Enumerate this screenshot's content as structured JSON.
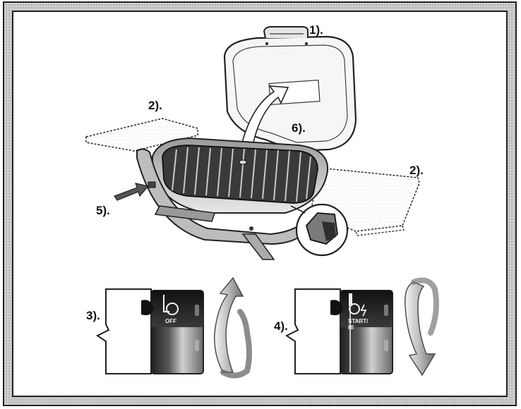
{
  "callouts": {
    "lid_handle": "1).",
    "side_table_left": "2).",
    "side_table_right": "2).",
    "knob_off": "3).",
    "knob_start": "4).",
    "ignition_button": "5).",
    "lid_label": "6)."
  },
  "knobs": {
    "off_label": "OFF",
    "start_label_line1": "START/",
    "start_label_line2": "HI"
  },
  "colors": {
    "ink": "#111111",
    "frame": "#222222",
    "metal_dark": "#333333",
    "metal_mid": "#8a8a8a",
    "metal_light": "#d6d6d6"
  }
}
